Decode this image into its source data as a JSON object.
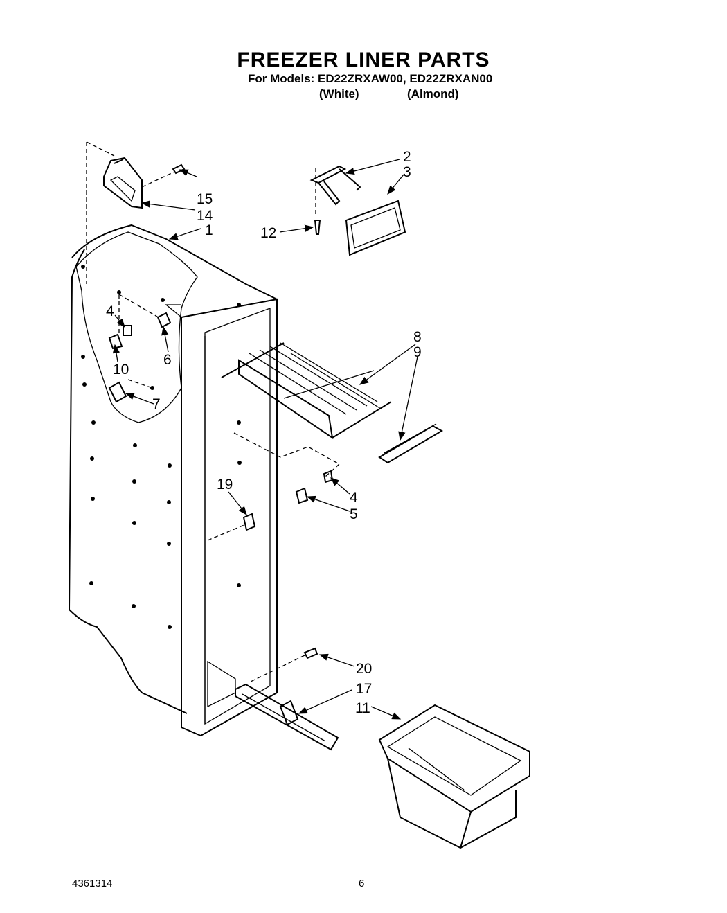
{
  "header": {
    "title": "FREEZER LINER PARTS",
    "models_line": "For Models: ED22ZRXAW00, ED22ZRXAN00",
    "variant_white": "(White)",
    "variant_almond": "(Almond)"
  },
  "callouts": {
    "c1": "1",
    "c2": "2",
    "c3": "3",
    "c4a": "4",
    "c4b": "4",
    "c5": "5",
    "c6": "6",
    "c7": "7",
    "c8": "8",
    "c9": "9",
    "c10": "10",
    "c11": "11",
    "c12": "12",
    "c14": "14",
    "c15": "15",
    "c17": "17",
    "c19": "19",
    "c20": "20"
  },
  "footer": {
    "doc_number": "4361314",
    "page_number": "6"
  }
}
